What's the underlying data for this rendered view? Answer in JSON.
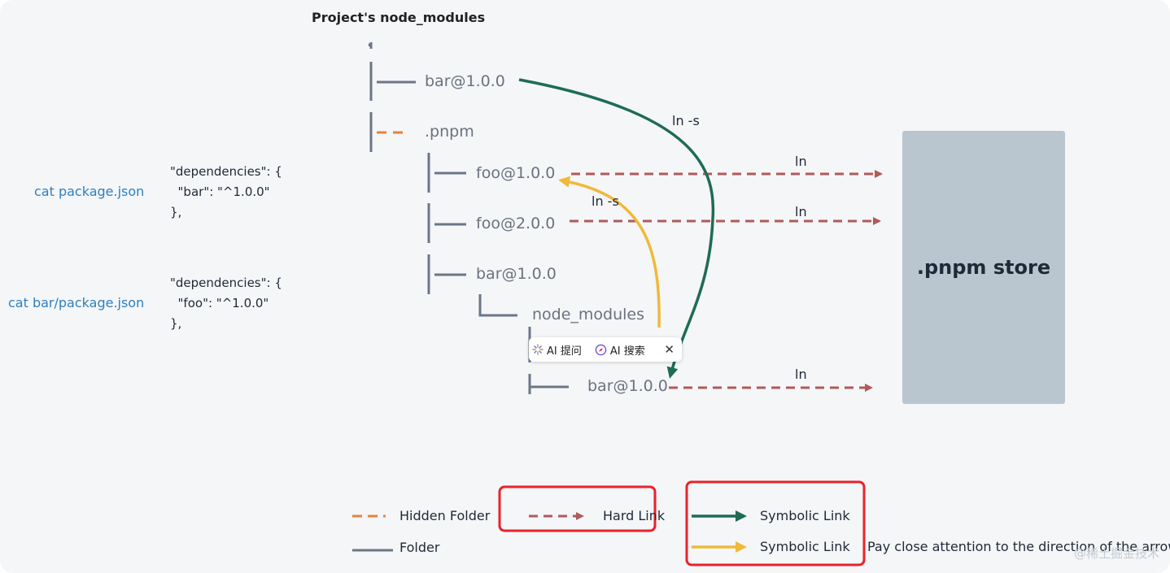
{
  "title": "Project's node_modules",
  "tree": {
    "root_dot": ".",
    "bar_top": "bar@1.0.0",
    "pnpm": ".pnpm",
    "foo1": "foo@1.0.0",
    "foo2": "foo@2.0.0",
    "bar_pnpm": "bar@1.0.0",
    "node_modules": "node_modules",
    "bar_nested": "bar@1.0.0"
  },
  "commands": {
    "cat_pkg": "cat package.json",
    "cat_bar_pkg": "cat bar/package.json"
  },
  "json1": [
    "\"dependencies\": {",
    "  \"bar\": \"^1.0.0\"",
    "},"
  ],
  "json2": [
    "\"dependencies\": {",
    "  \"foo\": \"^1.0.0\"",
    "},"
  ],
  "link_labels": {
    "green_ln_s": "ln -s",
    "yellow_ln_s": "ln -s",
    "ln1": "ln",
    "ln2": "ln",
    "ln3": "ln"
  },
  "store": ".pnpm store",
  "legend": {
    "hidden_folder": "Hidden Folder",
    "folder": "Folder",
    "hard_link": "Hard Link",
    "symbolic_link_1": "Symbolic Link",
    "symbolic_link_2": "Symbolic Link"
  },
  "note": "Pay close attention to the direction of the arrow",
  "watermark": "@稀土掘金技术",
  "ai_toolbar": {
    "ask": "AI 提问",
    "search": "AI 搜索",
    "close": "✕"
  },
  "colors": {
    "folder_line": "#6b7686",
    "hidden_folder": "#e8823a",
    "hard_link": "#b05a5a",
    "symbolic_green": "#1f6b54",
    "symbolic_yellow": "#f0b93a",
    "highlight_box": "#e8232b",
    "store_bg": "#b9c6cf"
  }
}
